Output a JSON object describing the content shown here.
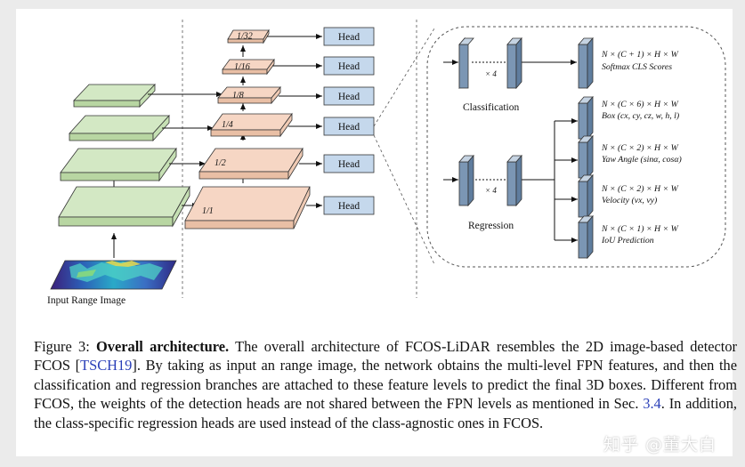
{
  "diagram": {
    "input_label": "Input Range Image",
    "levels": [
      "1/32",
      "1/16",
      "1/8",
      "1/4",
      "1/2",
      "1/1"
    ],
    "head_label": "Head",
    "branch": {
      "times": "× 4",
      "classification_label": "Classification",
      "regression_label": "Regression",
      "cls_dim": "N × (C + 1) × H × W",
      "cls_desc": "Softmax CLS Scores",
      "box_dim": "N × (C × 6) × H × W",
      "box_desc": "Box (cx, cy, cz, w, h, l)",
      "yaw_dim": "N × (C × 2) × H × W",
      "yaw_desc": "Yaw Angle (sinα, cosα)",
      "vel_dim": "N × (C × 2) × H × W",
      "vel_desc": "Velocity (vx, vy)",
      "iou_dim": "N × (C × 1) × H × W",
      "iou_desc": "IoU Prediction"
    }
  },
  "caption": {
    "fig_label": "Figure 3:",
    "title": "Overall architecture.",
    "text_1": "The overall architecture of FCOS-LiDAR resembles the 2D image-based detector FCOS [",
    "ref_1": "TSCH19",
    "text_2": "].  By taking as input an range image, the network obtains the multi-level FPN features, and then the classification and regression branches are attached to these feature levels to predict the final 3D boxes.  Different from FCOS, the weights of the detection heads are not shared between the FPN levels as mentioned in Sec. ",
    "ref_2": "3.4",
    "text_3": ". In addition, the class-specific regression heads are used instead of the class-agnostic ones in FCOS."
  },
  "watermark": "知乎 @董大白",
  "colors": {
    "backbone_fill": "#d3e8c4",
    "fpn_fill": "#f6d6c4",
    "head_fill": "#c5d8ec",
    "conv_fill": "#7b96b4",
    "ref": "#2a3fb8"
  }
}
